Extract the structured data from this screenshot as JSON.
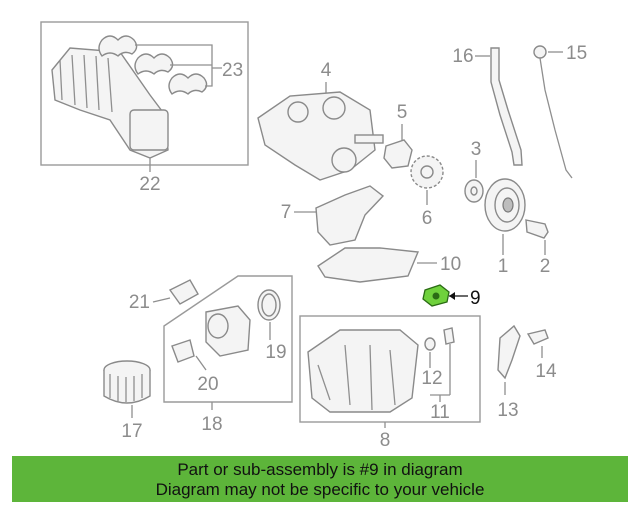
{
  "callouts": {
    "c1": "1",
    "c2": "2",
    "c4": "4",
    "c5": "5",
    "c6": "6",
    "c7": "7",
    "c8": "8",
    "c9": "9",
    "c10": "10",
    "c11": "11",
    "c12": "12",
    "c13": "13",
    "c14": "14",
    "c15": "15",
    "c16": "16",
    "c17": "17",
    "c18": "18",
    "c19": "19",
    "c20": "20",
    "c21": "21",
    "c22": "22",
    "c23": "23",
    "c3": "3"
  },
  "highlighted_part": "9",
  "banner": {
    "line1": "Part or sub-assembly is #9 in diagram",
    "line2": "Diagram may not be specific to your vehicle"
  },
  "colors": {
    "banner": "#5db53a",
    "highlight": "#6fd13c",
    "linework": "#8a8a8a"
  }
}
